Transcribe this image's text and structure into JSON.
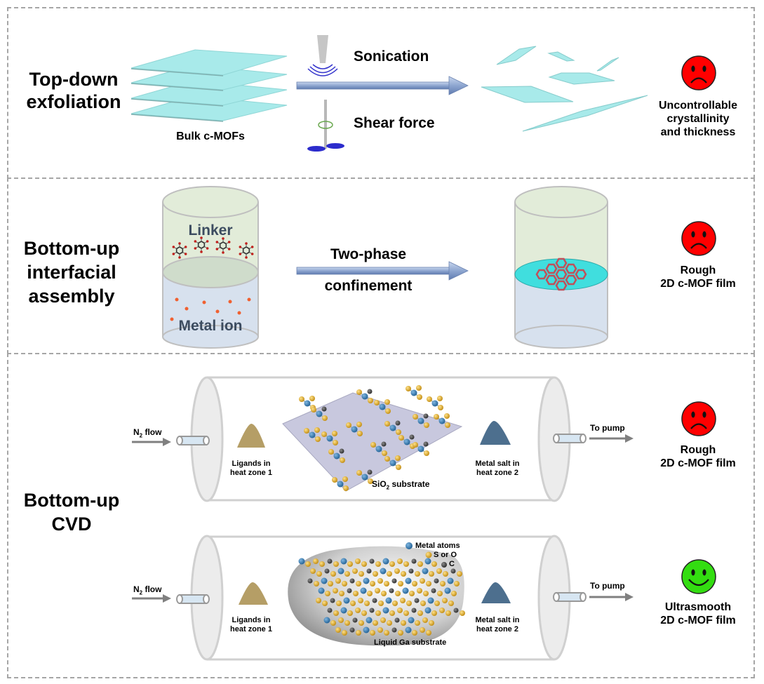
{
  "figure": {
    "sections": [
      {
        "id": "top-down",
        "title": "Top-down exfoliation",
        "title_lines": [
          "Top-down",
          "exfoliation"
        ],
        "start_label": "Bulk c-MOFs",
        "methods": [
          "Sonication",
          "Shear force"
        ],
        "outcome": {
          "face": "sad",
          "color": "#ff0000",
          "text_lines": [
            "Uncontrollable",
            "crystallinity",
            "and thickness"
          ]
        }
      },
      {
        "id": "interfacial",
        "title": "Bottom-up interfacial assembly",
        "title_lines": [
          "Bottom-up",
          "interfacial",
          "assembly"
        ],
        "upper_phase_label": "Linker",
        "lower_phase_label": "Metal ion",
        "process_lines": [
          "Two-phase",
          "confinement"
        ],
        "outcome": {
          "face": "sad",
          "color": "#ff0000",
          "text_lines": [
            "Rough",
            "2D c-MOF film"
          ]
        }
      },
      {
        "id": "cvd",
        "title": "Bottom-up CVD",
        "title_lines": [
          "Bottom-up",
          "CVD"
        ],
        "rows": [
          {
            "inlet_label": "N",
            "inlet_sub": "2",
            "inlet_suffix": " flow",
            "ligand_lines": [
              "Ligands in",
              "heat zone 1"
            ],
            "substrate_label": "SiO",
            "substrate_sub": "2",
            "substrate_suffix": " substrate",
            "metal_lines": [
              "Metal salt in",
              "heat zone 2"
            ],
            "outlet_label": "To pump",
            "outcome": {
              "face": "sad",
              "color": "#ff0000",
              "text_lines": [
                "Rough",
                "2D c-MOF film"
              ]
            }
          },
          {
            "inlet_label": "N",
            "inlet_sub": "2",
            "inlet_suffix": " flow",
            "ligand_lines": [
              "Ligands in",
              "heat zone 1"
            ],
            "substrate_label": "Liquid Ga substrate",
            "legend": [
              "Metal atoms",
              "S or O",
              "C"
            ],
            "metal_lines": [
              "Metal salt in",
              "heat zone 2"
            ],
            "outlet_label": "To pump",
            "outcome": {
              "face": "happy",
              "color": "#33dd11",
              "text_lines": [
                "Ultrasmooth",
                "2D c-MOF film"
              ]
            }
          }
        ]
      }
    ],
    "colors": {
      "sheet": "#a8eaea",
      "sheet_edge": "#7ecfcf",
      "arrow": "#8ea6d0",
      "metal_atom": "#2f78b0",
      "sulfur_oxygen": "#d9a520",
      "carbon": "#4a4a4a",
      "upper_phase": "#e2ecd9",
      "lower_phase": "#d7e1ee",
      "film": "#40dede",
      "ligand_pile": "#b59e66",
      "metal_pile": "#4d6f8e"
    }
  }
}
